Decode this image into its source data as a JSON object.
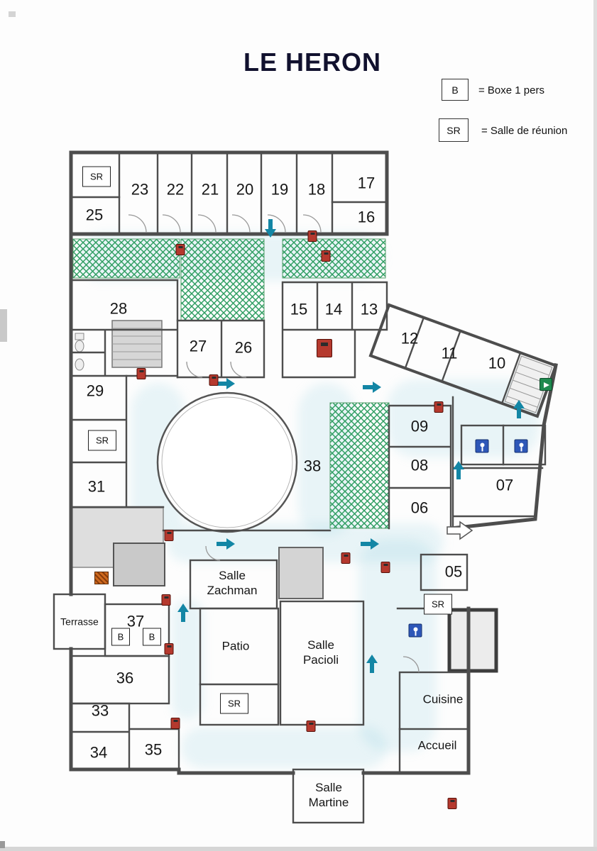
{
  "title": "LE HERON",
  "legend": [
    {
      "symbol": "B",
      "label": "= Boxe 1 pers"
    },
    {
      "symbol": "SR",
      "label": "= Salle de réunion"
    }
  ],
  "symbols": {
    "sr": "SR",
    "b": "B"
  },
  "rooms": {
    "r25": "25",
    "r23": "23",
    "r22": "22",
    "r21": "21",
    "r20": "20",
    "r19": "19",
    "r18": "18",
    "r17": "17",
    "r16": "16",
    "r28": "28",
    "r27": "27",
    "r26": "26",
    "r15": "15",
    "r14": "14",
    "r13": "13",
    "r12": "12",
    "r11": "11",
    "r10": "10",
    "r29": "29",
    "r31": "31",
    "r38": "38",
    "r09": "09",
    "r08": "08",
    "r07": "07",
    "r06": "06",
    "r05": "05",
    "r37": "37",
    "r36": "36",
    "r33": "33",
    "r34": "34",
    "r35": "35",
    "salle_zachman": "Salle\nZachman",
    "patio": "Patio",
    "salle_pacioli": "Salle\nPacioli",
    "terrasse": "Terrasse",
    "cuisine": "Cuisine",
    "accueil": "Accueil",
    "salle_martine": "Salle\nMartine"
  },
  "colors": {
    "wall": "#4d4d4d",
    "planting_hatch": "#2f9e62",
    "flow_arrow": "#1386a5",
    "extinguisher": "#b5392e",
    "sanitary": "#2e57b8",
    "exit_sign": "#1e8a4f"
  }
}
